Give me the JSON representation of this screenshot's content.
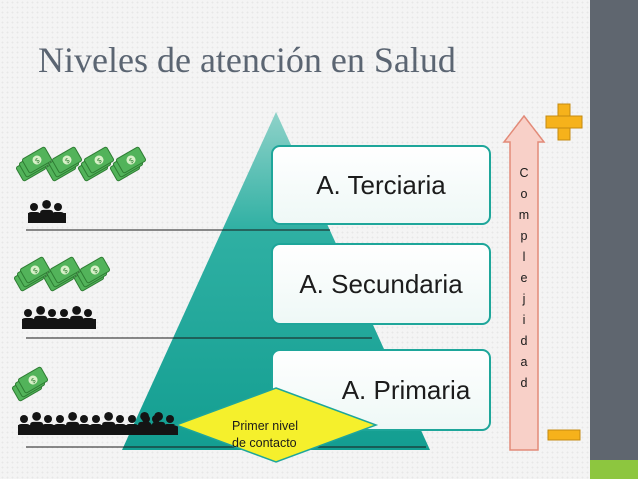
{
  "slide": {
    "title": "Niveles de atención en Salud",
    "levels": [
      {
        "label": "A. Terciaria"
      },
      {
        "label": "A. Secundaria"
      },
      {
        "label": "A. Primaria"
      }
    ],
    "callout": {
      "line1": "Primer nivel",
      "line2": "de contacto"
    },
    "arrow_letters": [
      "C",
      "o",
      "m",
      "p",
      "l",
      "e",
      "j",
      "i",
      "d",
      "a",
      "d"
    ],
    "icons": {
      "plus": "plus-icon",
      "minus": "minus-icon",
      "money": "money-stack-icon",
      "people": "people-icon"
    },
    "colors": {
      "teal": "#1ea69a",
      "teal_light": "#a8dcd4",
      "arrow_fill": "#f8d0c8",
      "arrow_stroke": "#e28a78",
      "plus": "#f6b21b",
      "minus": "#f6b21b",
      "callout": "#f5f02c",
      "sidebar": "#5f666f",
      "green_band": "#8dc63f"
    }
  }
}
